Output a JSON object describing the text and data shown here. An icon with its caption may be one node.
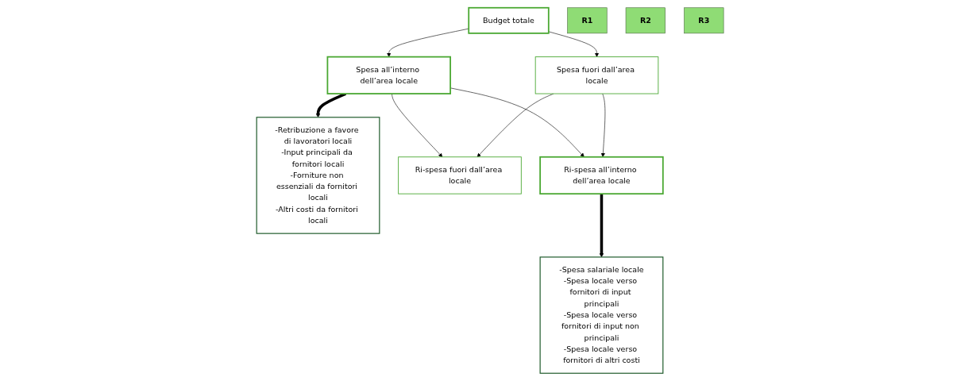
{
  "diagram": {
    "nodes": [
      {
        "text": [
          "Budget totale"
        ]
      },
      {
        "text": [
          "R1"
        ]
      },
      {
        "text": [
          "Spesa fuori dall’area locale"
        ]
      },
      {
        "text": [
          "Spesa all’interno dell’area locale"
        ]
      },
      {
        "text": [
          "-Retribuzione a favore di lavoratori locali",
          "-Input principali da fornitori locali",
          "-Forniture non essenziali da fornitori locali",
          "-Altri costi da fornitori locali"
        ]
      },
      {
        "text": [
          "R2"
        ]
      },
      {
        "text": [
          "Ri-spesa fuori dall’area locale"
        ]
      },
      {
        "text": [
          "Ri-spesa all’interno dell’area locale"
        ]
      },
      {
        "text": [
          "-Spesa salariale locale",
          "-Spesa locale verso fornitori di input principali",
          "-Spesa locale verso fornitori di input non principali",
          "-Spesa locale verso fornitori di altri costi"
        ]
      },
      {
        "text": [
          "R3"
        ]
      }
    ],
    "edges": [
      {
        "from": 0,
        "to": 2,
        "arrow": "to"
      },
      {
        "from": 0,
        "to": 3,
        "arrow": "to"
      },
      {
        "from": 3,
        "to": 4,
        "arrow": "to",
        "style": "thick"
      },
      {
        "from": 2,
        "to": 6,
        "arrow": "to"
      },
      {
        "from": 2,
        "to": 7,
        "arrow": "to"
      },
      {
        "from": 3,
        "to": 6,
        "arrow": "to"
      },
      {
        "from": 3,
        "to": 7,
        "arrow": "to"
      },
      {
        "from": 7,
        "to": 8,
        "arrow": "to",
        "style": "thick"
      }
    ]
  }
}
